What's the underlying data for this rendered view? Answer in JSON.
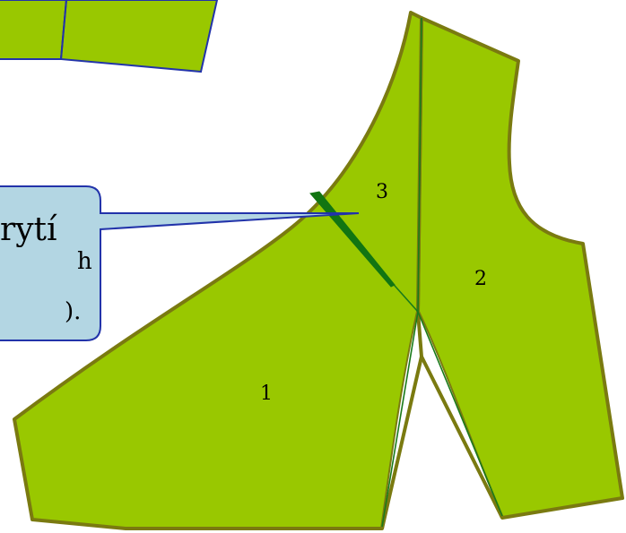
{
  "diagram": {
    "pieces": [
      {
        "id": "1",
        "label": "1"
      },
      {
        "id": "2",
        "label": "2"
      },
      {
        "id": "3",
        "label": "3"
      }
    ],
    "callout": {
      "line1": "rytí",
      "line2": "h",
      "line3": ")."
    },
    "colors": {
      "fabric": "#99c800",
      "outline": "#7a7a10",
      "seam": "#1a7a1a",
      "dart": "#127512",
      "callout_fill": "#b3d6e3",
      "callout_stroke": "#2233aa"
    }
  }
}
